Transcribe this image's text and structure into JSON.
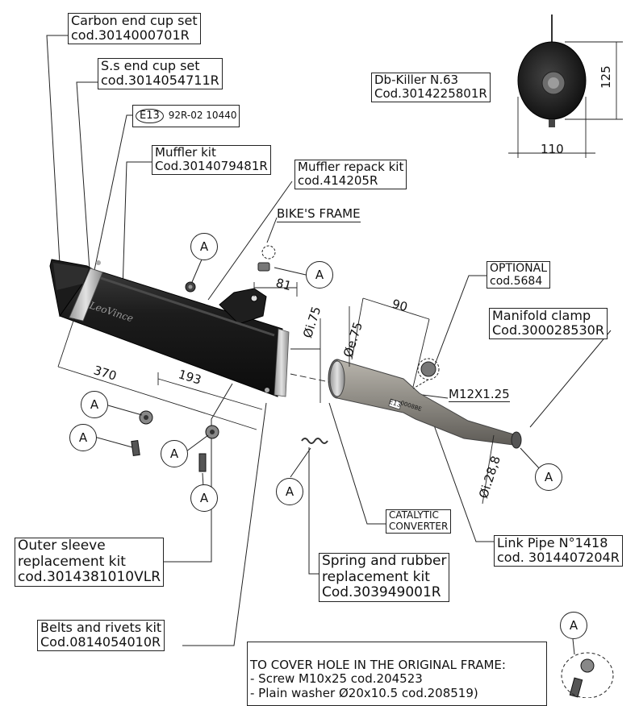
{
  "labels": {
    "carbon_end_cup": [
      "Carbon end cup set",
      "cod.3014000701R"
    ],
    "ss_end_cup": [
      "S.s end cup set",
      "cod.3014054711R"
    ],
    "homologation": {
      "mark": "E13",
      "code": "92R-02 10440"
    },
    "muffler_kit": [
      "Muffler kit",
      "Cod.3014079481R"
    ],
    "muffler_repack": [
      "Muffler repack kit",
      "cod.414205R"
    ],
    "bikes_frame": "BIKE'S FRAME",
    "db_killer": [
      "Db-Killer N.63",
      "Cod.3014225801R"
    ],
    "optional": [
      "OPTIONAL",
      "cod.5684"
    ],
    "manifold_clamp": [
      "Manifold clamp",
      "Cod.300028530R"
    ],
    "thread": "M12X1.25",
    "catalytic": [
      "CATALYTIC",
      "CONVERTER"
    ],
    "link_pipe": [
      "Link Pipe N°1418",
      "cod. 3014407204R"
    ],
    "outer_sleeve": [
      "Outer sleeve",
      "replacement kit",
      "cod.3014381010VLR"
    ],
    "spring_rubber": [
      "Spring and rubber",
      "replacement kit",
      "Cod.303949001R"
    ],
    "belts_rivets": [
      "Belts and rivets kit",
      "Cod.0814054010R"
    ],
    "cover_hole": [
      "TO COVER HOLE  IN THE ORIGINAL FRAME:",
      "- Screw M10x25 cod.204523",
      "- Plain washer Ø20x10.5 cod.208519)"
    ]
  },
  "dimensions": {
    "d125": "125",
    "d110": "110",
    "d81": "81",
    "d_i75": "Øi.75",
    "d_e75": "Øe.75",
    "d90": "90",
    "d370": "370",
    "d193": "193",
    "d_i288": "Øi.28,8"
  },
  "callout_letter": "A",
  "brand_script": "LeoVince",
  "pipe_marks": [
    "E13",
    "0008BE"
  ]
}
